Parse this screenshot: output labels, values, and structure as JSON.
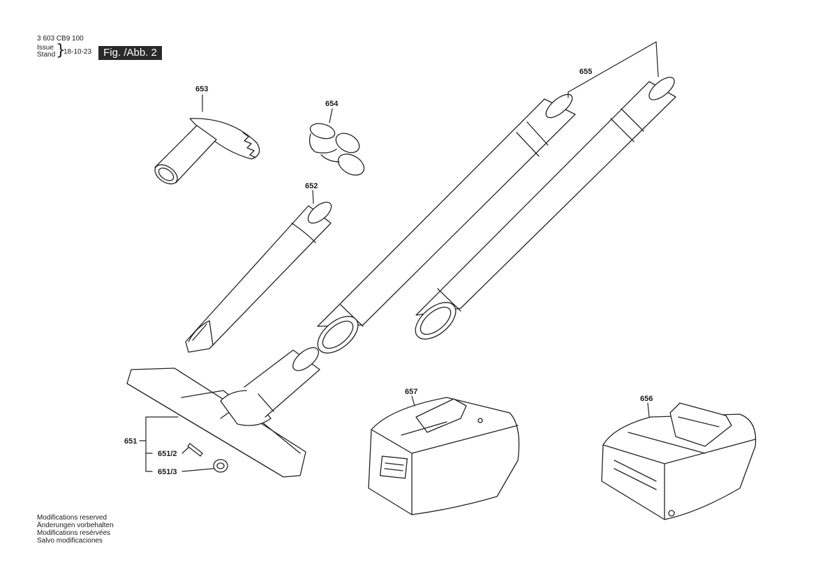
{
  "header": {
    "document_number": "3 603 CB9 100",
    "issue_label": "Issue",
    "stand_label": "Stand",
    "date": "18-10-23",
    "figure_label": "Fig. /Abb. 2"
  },
  "parts": {
    "p651": "651",
    "p651_2": "651/2",
    "p651_3": "651/3",
    "p652": "652",
    "p653": "653",
    "p654": "654",
    "p655": "655",
    "p656": "656",
    "p657": "657"
  },
  "footer": {
    "notes": [
      "Modifications reserved",
      "Änderungen vorbehalten",
      "Modifications resérvées",
      "Salvo modificaciones"
    ]
  }
}
